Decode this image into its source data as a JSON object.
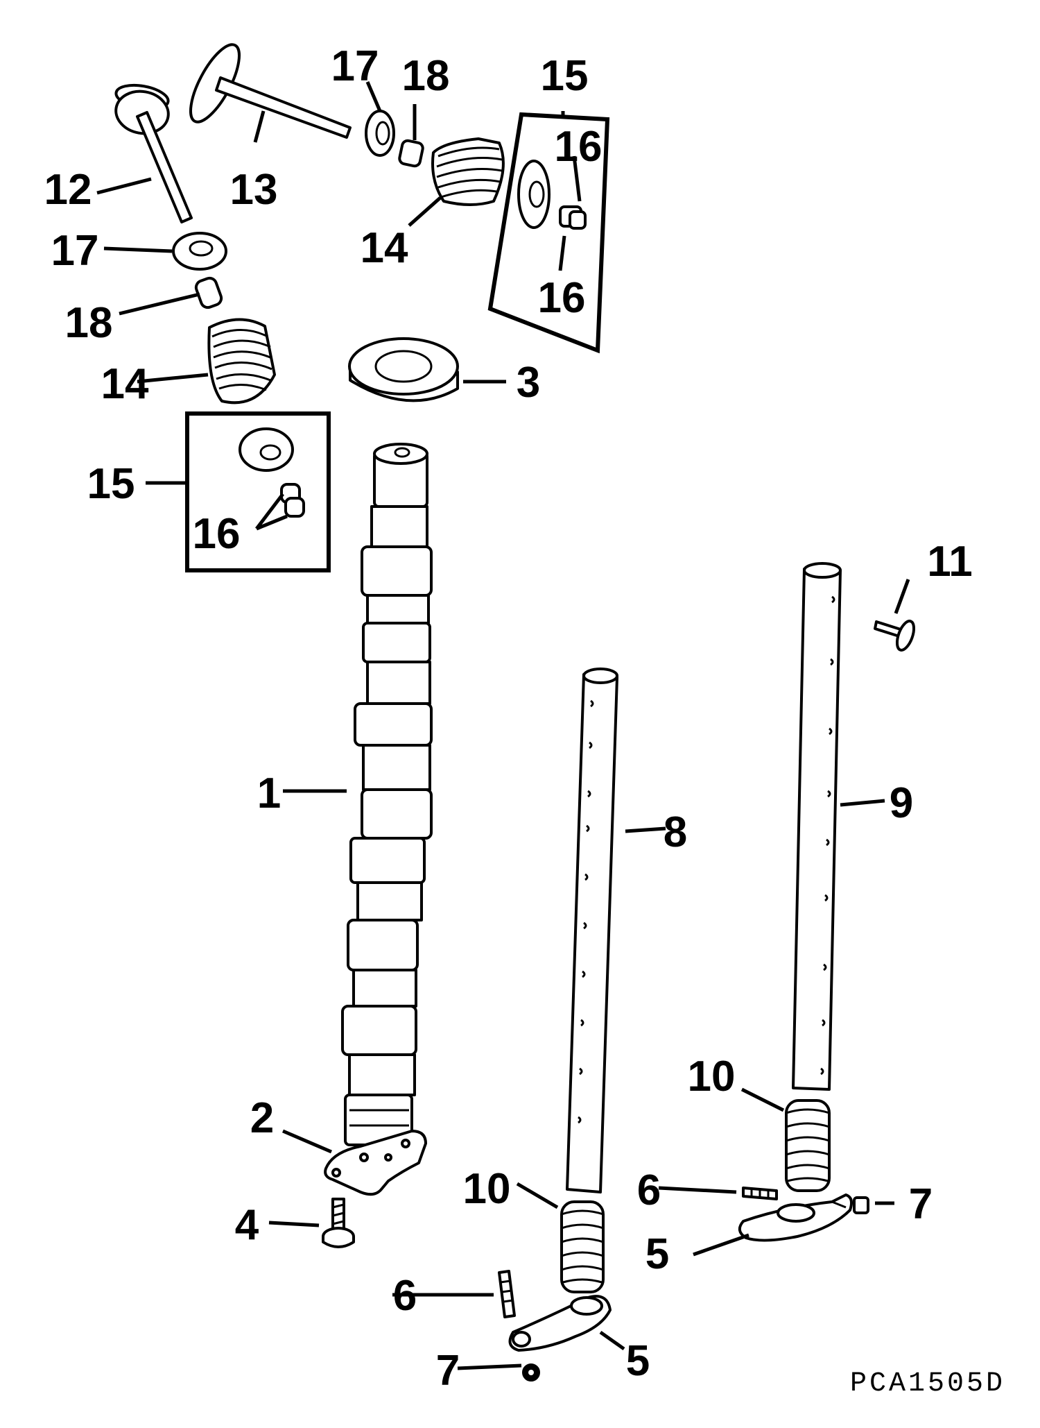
{
  "diagram": {
    "code": "PCA1505D",
    "callouts": {
      "c1": "1",
      "c2": "2",
      "c3": "3",
      "c4": "4",
      "c5a": "5",
      "c5b": "5",
      "c6a": "6",
      "c6b": "6",
      "c7a": "7",
      "c7b": "7",
      "c8": "8",
      "c9": "9",
      "c10a": "10",
      "c10b": "10",
      "c11": "11",
      "c12": "12",
      "c13": "13",
      "c14a": "14",
      "c14b": "14",
      "c15a": "15",
      "c15b": "15",
      "c16a": "16",
      "c16b": "16",
      "c16c": "16",
      "c17a": "17",
      "c17b": "17",
      "c18a": "18",
      "c18b": "18"
    }
  }
}
